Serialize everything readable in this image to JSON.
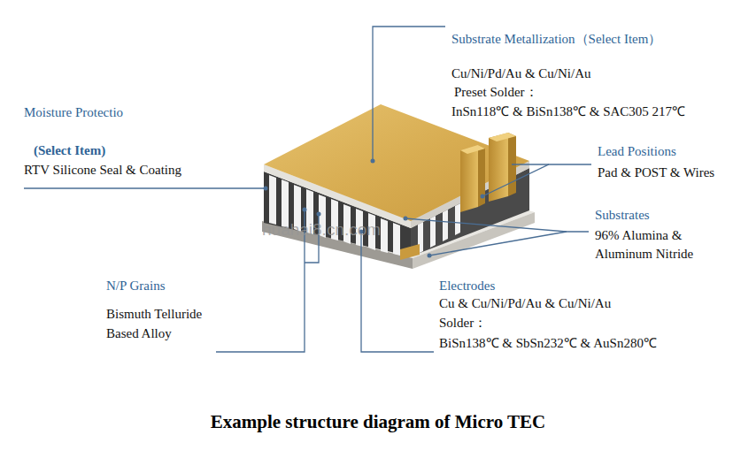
{
  "diagram": {
    "caption": "Example structure diagram of Micro TEC",
    "labels": [
      "Substrate Metallization（Select Item）",
      "Cu/Ni/Pd/Au & Cu/Ni/Au",
      "Preset Solder：",
      "InSn118℃ & BiSn138℃ & SAC305 217℃",
      "Moisture Protectio",
      "(Select Item)",
      "RTV Silicone Seal & Coating",
      "Lead Positions",
      "Pad & POST & Wires",
      "Substrates",
      "96% Alumina &",
      "Aluminum Nitride",
      "N/P Grains",
      "Bismuth Telluride",
      "Based Alloy",
      "Electrodes",
      "Cu & Cu/Ni/Pd/Au & Cu/Ni/Au",
      "Solder：",
      "BiSn138℃ & SbSn232℃ & AuSn280℃",
      "huahai8.cn.com"
    ]
  }
}
